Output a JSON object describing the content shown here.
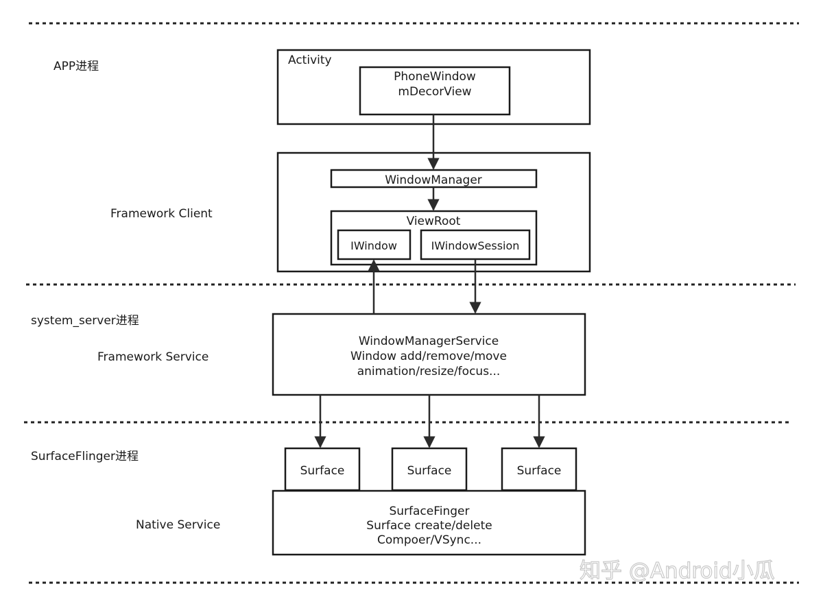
{
  "layers": {
    "app_label": "APP进程",
    "framework_client_label": "Framework Client",
    "system_server_label": "system_server进程",
    "framework_service_label": "Framework Service",
    "surfaceflinger_label": "SurfaceFlinger进程",
    "native_service_label": "Native Service"
  },
  "nodes": {
    "activity": "Activity",
    "phone_window": [
      "PhoneWindow",
      "mDecorView"
    ],
    "window_manager": "WindowManager",
    "view_root": "ViewRoot",
    "iwindow": "IWindow",
    "iwindow_session": "IWindowSession",
    "wms": [
      "WindowManagerService",
      "Window add/remove/move",
      "animation/resize/focus..."
    ],
    "surfaces": [
      "Surface",
      "Surface",
      "Surface"
    ],
    "surface_flinger": [
      "SurfaceFinger",
      "Surface create/delete",
      "Compoer/VSync..."
    ]
  },
  "edges": [
    {
      "from": "phone_window",
      "to": "window_manager"
    },
    {
      "from": "window_manager",
      "to": "view_root"
    },
    {
      "from": "wms",
      "to": "iwindow"
    },
    {
      "from": "iwindow_session",
      "to": "wms"
    },
    {
      "from": "wms",
      "to": "surface_1"
    },
    {
      "from": "wms",
      "to": "surface_2"
    },
    {
      "from": "wms",
      "to": "surface_3"
    }
  ],
  "watermark": "知乎 @Android小瓜"
}
